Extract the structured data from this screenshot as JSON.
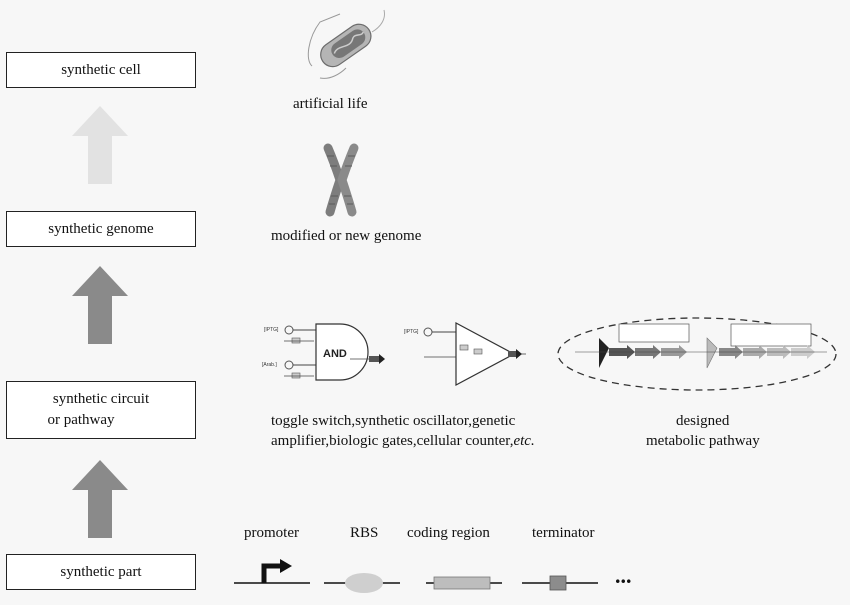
{
  "levels": {
    "cell": "synthetic cell",
    "genome": "synthetic genome",
    "circuit_line1": "synthetic circuit",
    "circuit_line2": "or pathway",
    "part": "synthetic part"
  },
  "captions": {
    "artificial_life": "artificial life",
    "genome": "modified or new genome",
    "circuits_line1": "toggle switch,synthetic oscillator,genetic",
    "circuits_line2": "amplifier,biologic gates,cellular counter,",
    "circuits_etc": "etc.",
    "metabolic_line1": "designed",
    "metabolic_line2": "metabolic pathway"
  },
  "parts": {
    "promoter": "promoter",
    "rbs": "RBS",
    "coding": "coding region",
    "terminator": "terminator",
    "ellipsis": "..."
  },
  "gate": {
    "and_label": "AND",
    "iptg": "[IPTG]",
    "arab": "[Arab.]"
  },
  "colors": {
    "arrow_dark": "#8a8a8a",
    "arrow_light": "#e2e2e2",
    "promoter": "#111111",
    "rbs": "#cfcfcf",
    "coding": "#bdbdbd",
    "terminator": "#8c8c8c"
  }
}
